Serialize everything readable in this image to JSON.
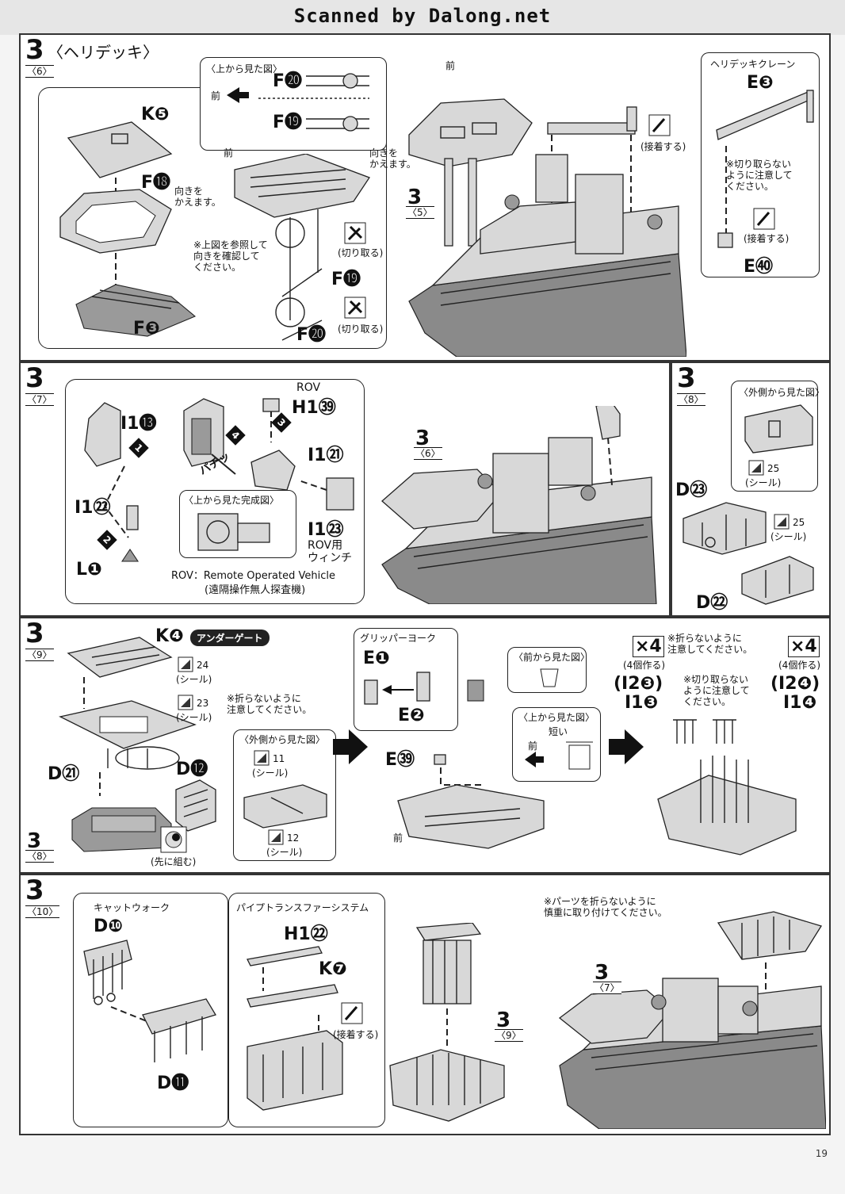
{
  "header": {
    "scan_credit": "Scanned by Dalong.net"
  },
  "page_number": "19",
  "panels": [
    {
      "step": "3",
      "substep": "〈6〉",
      "title": "〈ヘリデッキ〉",
      "parts": [
        "K❺",
        "F⓲",
        "F❸",
        "F⓴",
        "F⓳",
        "F⓳",
        "F⓴"
      ],
      "inset_title": "〈上から見た図〉",
      "front": "前",
      "front2": "前",
      "front3": "前",
      "turn_note": "向きを\nかえます。",
      "turn_note2": "向きを\nかえます。",
      "confirm_note": "※上図を参照して\n向きを確認して\nください。",
      "cut1": "(切り取る)",
      "cut2": "(切り取る)",
      "glue": "(接着する)",
      "ref_step": "3",
      "ref_sub": "〈5〉",
      "crane_title": "ヘリデッキクレーン",
      "crane_part": "E❸",
      "crane_part2": "E㊵",
      "crane_note": "※切り取らない\nように注意して\nください。",
      "crane_glue": "(接着する)"
    },
    {
      "step": "3",
      "substep": "〈7〉",
      "parts": [
        "I1⓭",
        "I1㉒",
        "L❶",
        "I1㉑",
        "I1㉓"
      ],
      "rov_label": "ROV",
      "rov_part": "H1㊴",
      "winch": "ROV用\nウィンチ",
      "snap": "パチッ",
      "inset_title": "〈上から見た完成図〉",
      "rov_def": "ROV：Remote Operated Vehicle",
      "rov_def_jp": "(遠隔操作無人探査機)",
      "ref_step": "3",
      "ref_sub": "〈6〉",
      "nums": [
        "1",
        "2",
        "3",
        "4"
      ]
    },
    {
      "step": "3",
      "substep": "〈8〉",
      "inset_title": "〈外側から見た図〉",
      "seal_no": "25",
      "seal_no2": "25",
      "seal": "(シール)",
      "seal2": "(シール)",
      "parts": [
        "D㉓",
        "D㉒"
      ]
    },
    {
      "step": "3",
      "substep": "〈9〉",
      "part_k": "K❹",
      "tag": "アンダーゲート",
      "seal_24": "24",
      "seal_23": "23",
      "seal_11": "11",
      "seal_12": "12",
      "seal": "(シール)",
      "parts": [
        "D㉑",
        "D⓬"
      ],
      "no_break": "※折らないように\n注意してください。",
      "inset_title": "〈外側から見た図〉",
      "ref_step": "3",
      "ref_sub": "〈8〉",
      "first": "(先に組む)",
      "gripper": "グリッパーヨーク",
      "grip_parts": [
        "E❶",
        "E❷",
        "E㊴"
      ],
      "front_view": "〈前から見た図〉",
      "top_view": "〈上から見た図〉",
      "short": "短い",
      "front": "前",
      "front2": "前",
      "times4": "×4",
      "make4": "(4個作る)",
      "times4b": "×4",
      "make4b": "(4個作る)",
      "no_break2": "※折らないように\n注意してください。",
      "no_cut": "※切り取らない\nように注意して\nください。",
      "i12_3a": "(I2❸)",
      "i12_3b": "I1❸",
      "i12_4a": "(I2❹)",
      "i12_4b": "I1❹"
    },
    {
      "step": "3",
      "substep": "〈10〉",
      "catwalk": "キャットウォーク",
      "catwalk_parts": [
        "D❿",
        "D⓫"
      ],
      "pipe": "パイプトランスファーシステム",
      "pipe_parts": [
        "H1㉒",
        "K❼"
      ],
      "glue": "(接着する)",
      "ref_step": "3",
      "ref_sub": "〈9〉",
      "ref_step2": "3",
      "ref_sub2": "〈7〉",
      "careful": "※パーツを折らないように\n慎重に取り付けてください。"
    }
  ]
}
